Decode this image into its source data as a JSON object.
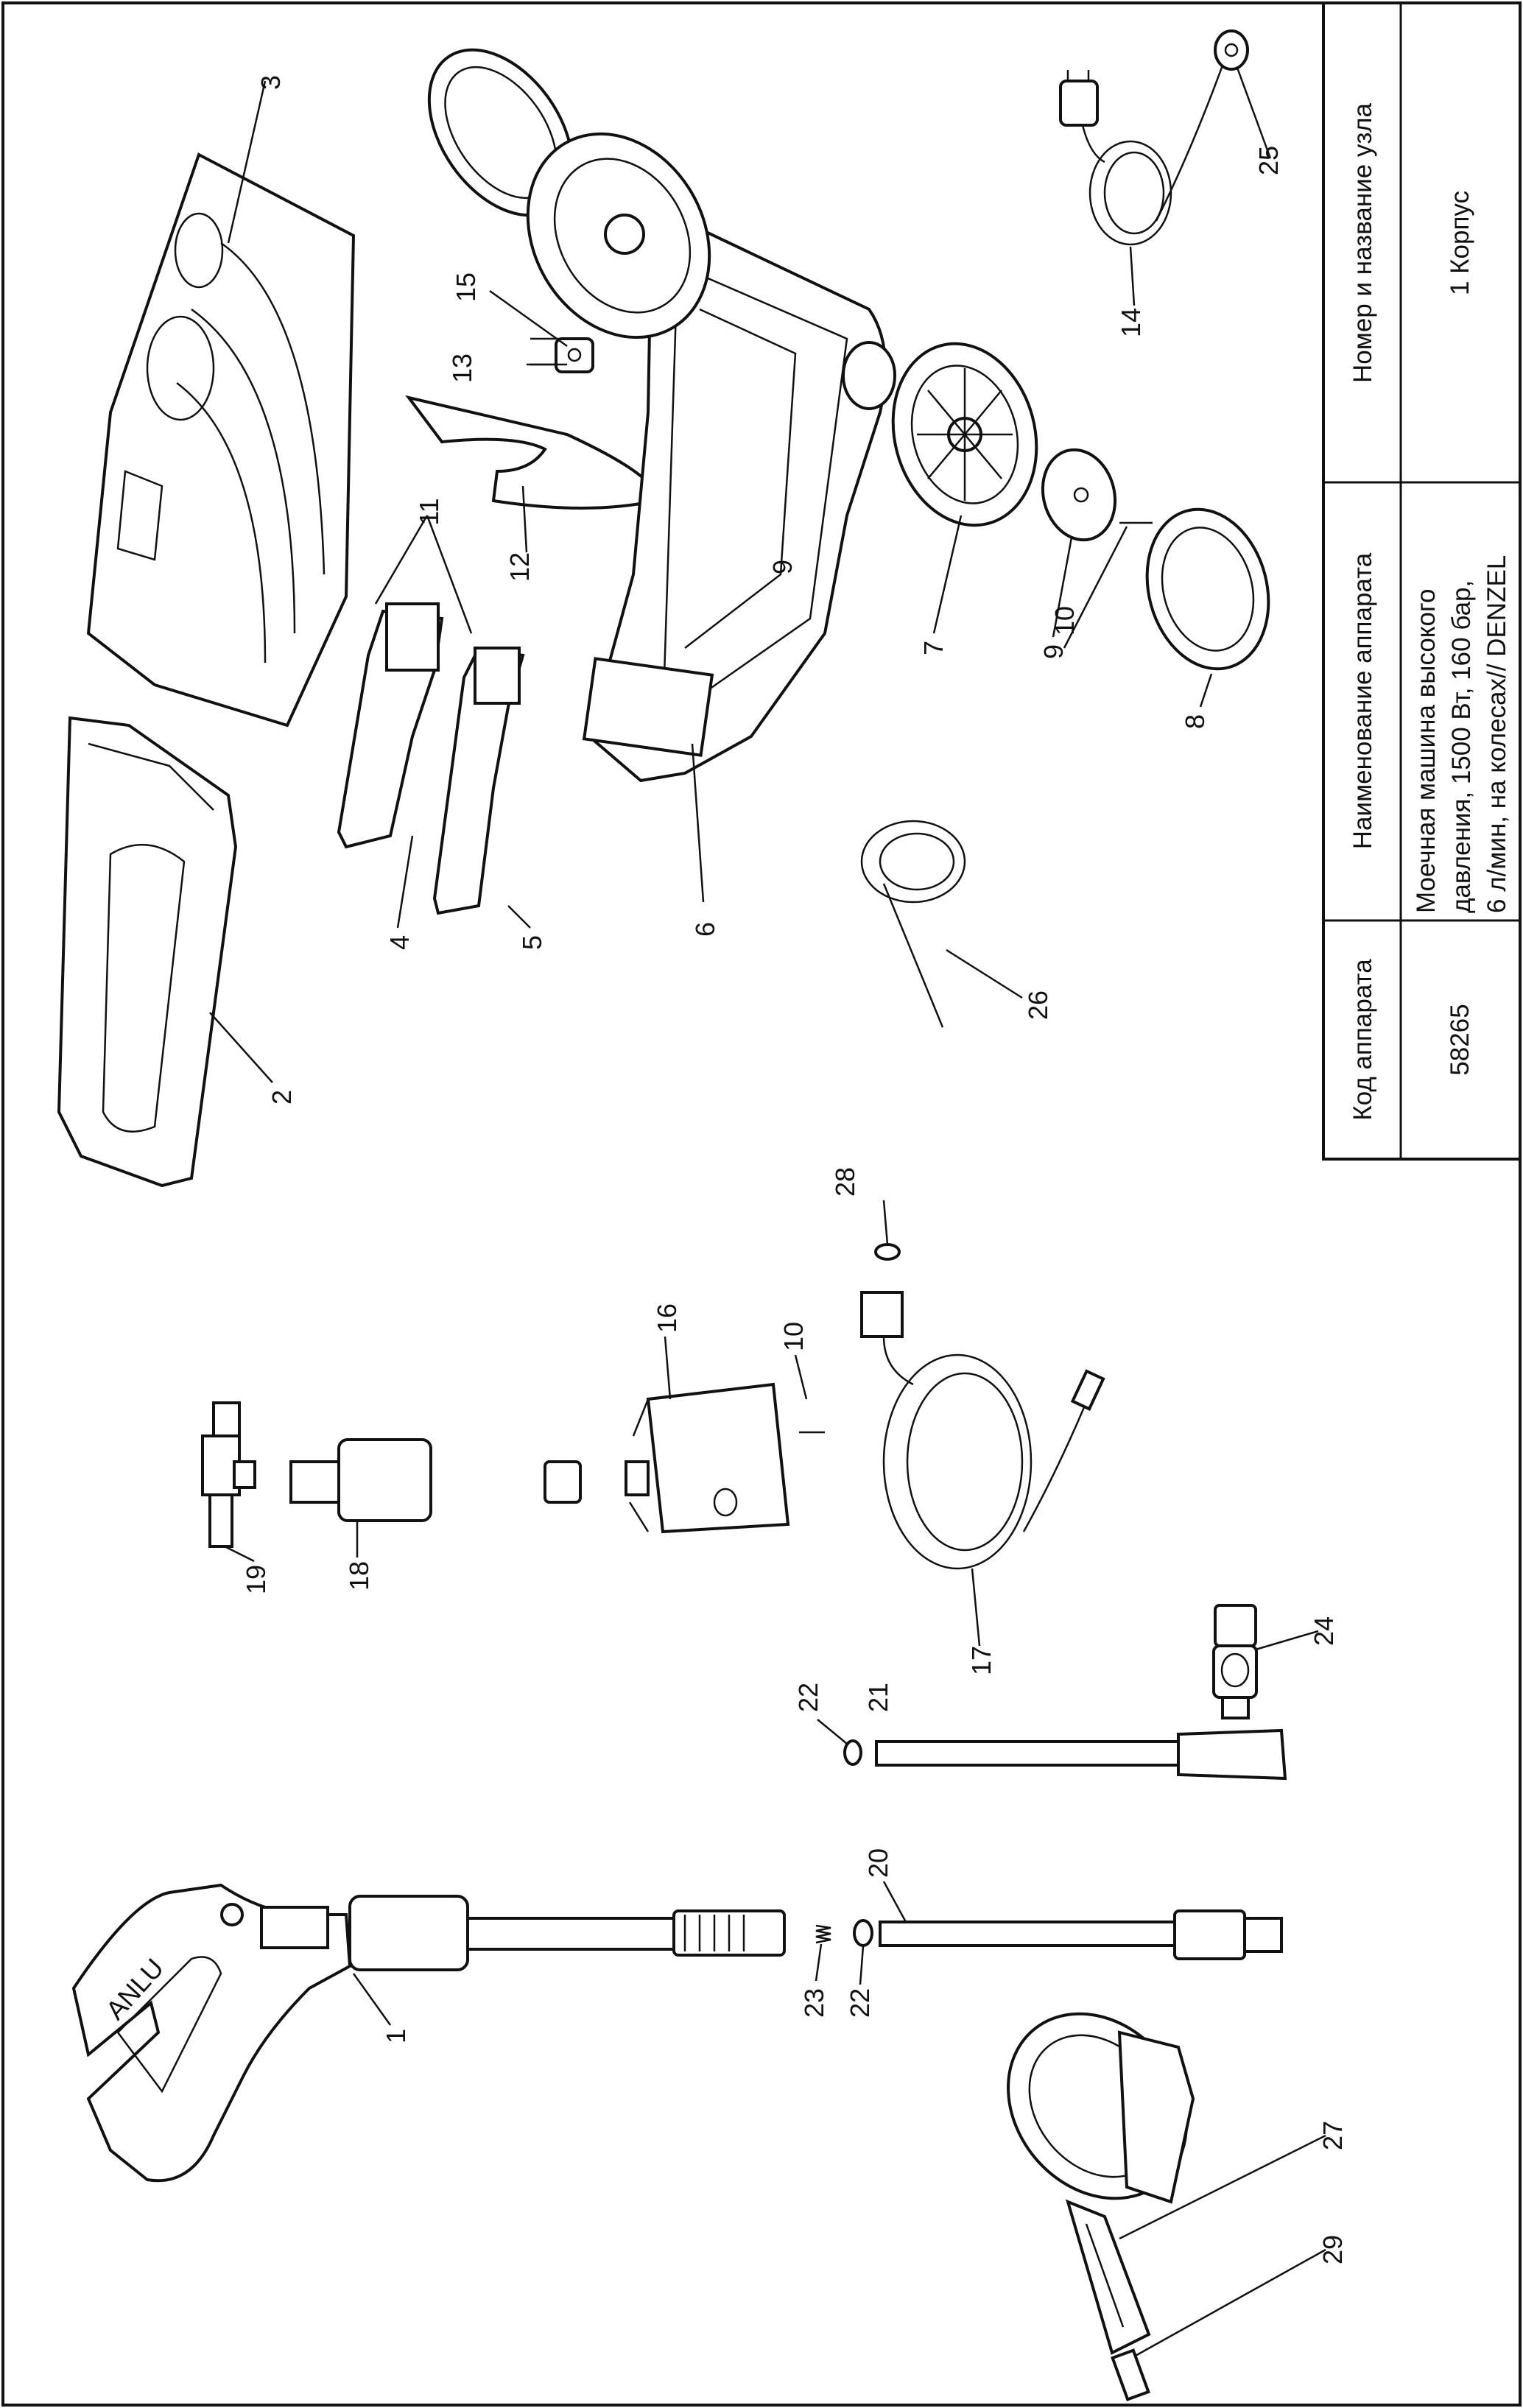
{
  "table": {
    "headers": [
      "Код аппарата",
      "Наименование аппарата",
      "Номер и название узла"
    ],
    "row": {
      "code": "58265",
      "name_lines": [
        "Моечная машина высокого",
        "давления, 1500 Вт, 160 бар,",
        "6 л/мин, на колесах// DENZEL"
      ],
      "unit": "1 Корпус"
    }
  },
  "brand_label": "ANLU",
  "callouts": [
    "1",
    "2",
    "3",
    "4",
    "5",
    "6",
    "7",
    "8",
    "9",
    "9",
    "10",
    "10",
    "11",
    "12",
    "13",
    "14",
    "15",
    "16",
    "17",
    "18",
    "19",
    "20",
    "21",
    "22",
    "22",
    "23",
    "24",
    "25",
    "26",
    "27",
    "28",
    "29"
  ]
}
